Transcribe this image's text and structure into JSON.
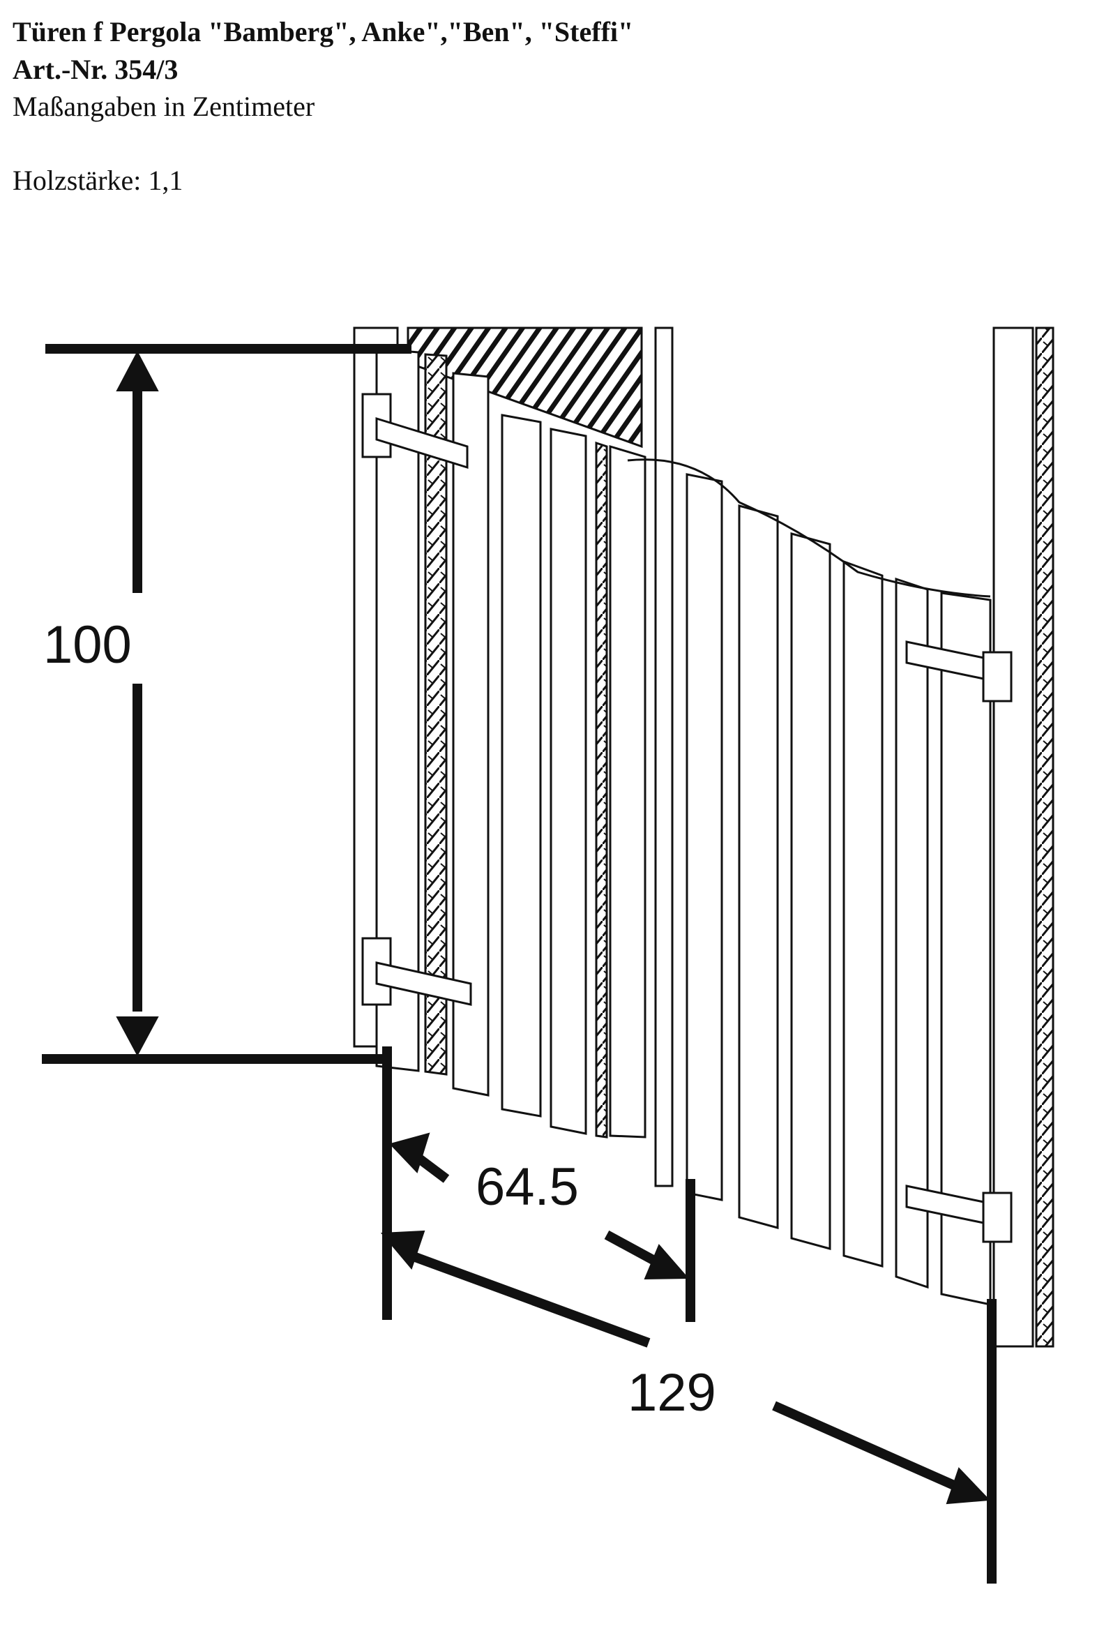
{
  "header": {
    "title": "Türen f  Pergola \"Bamberg\", Anke\",\"Ben\", \"Steffi\"",
    "article_number": "Art.-Nr. 354/3",
    "units_note": "Maßangaben in Zentimeter",
    "wood_thickness": "Holzstärke: 1,1"
  },
  "dimensions": {
    "height": "100",
    "single_door_width": "64.5",
    "total_width": "129"
  },
  "colors": {
    "line": "#111111",
    "background": "#ffffff"
  }
}
